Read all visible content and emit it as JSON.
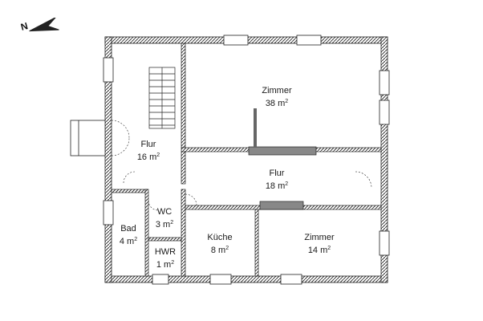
{
  "compass": {
    "letter": "N"
  },
  "rooms": [
    {
      "id": "zimmer-gross",
      "name": "Zimmer",
      "area_value": "38 m",
      "area_unit_sup": "2"
    },
    {
      "id": "flur-links",
      "name": "Flur",
      "area_value": "16 m",
      "area_unit_sup": "2"
    },
    {
      "id": "flur-mitte",
      "name": "Flur",
      "area_value": "18 m",
      "area_unit_sup": "2"
    },
    {
      "id": "wc",
      "name": "WC",
      "area_value": "3 m",
      "area_unit_sup": "2"
    },
    {
      "id": "bad",
      "name": "Bad",
      "area_value": "4 m",
      "area_unit_sup": "2"
    },
    {
      "id": "kueche",
      "name": "Küche",
      "area_value": "8 m",
      "area_unit_sup": "2"
    },
    {
      "id": "zimmer-klein",
      "name": "Zimmer",
      "area_value": "14 m",
      "area_unit_sup": "2"
    },
    {
      "id": "hwr",
      "name": "HWR",
      "area_value": "1 m",
      "area_unit_sup": "2"
    }
  ],
  "colors": {
    "wall": "#555555",
    "line": "#222222",
    "window": "#ffffff",
    "chimney": "#888888"
  }
}
